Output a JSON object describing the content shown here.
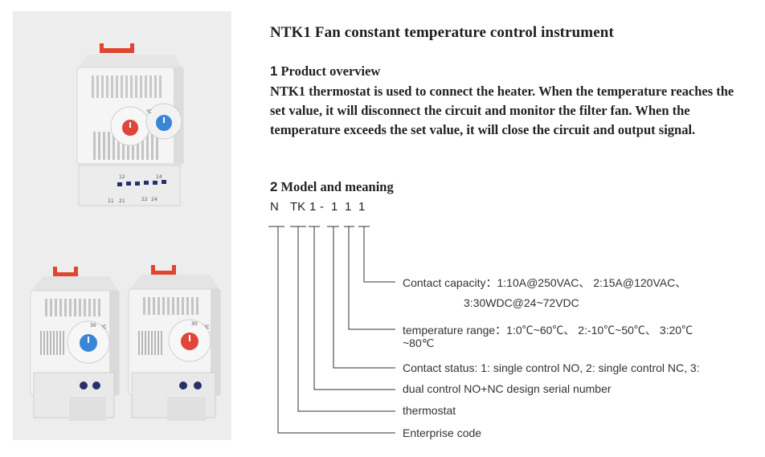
{
  "title": "NTK1 Fan constant temperature control instrument",
  "overview": {
    "number": "1",
    "heading": "Product overview",
    "body": "NTK1 thermostat is used to connect the heater. When the temperature reaches the set value, it will disconnect the circuit and monitor the filter fan. When the temperature exceeds the set value, it will close the circuit and output signal."
  },
  "model": {
    "number": "2",
    "heading": "Model and meaning",
    "code_chars": [
      "N",
      "TK",
      "1",
      "-",
      "1",
      "1",
      "1"
    ],
    "descriptions": {
      "contact_capacity_line1": "Contact capacity：1:10A@250VAC、 2:15A@120VAC、",
      "contact_capacity_line2": "3:30WDC@24~72VDC",
      "temperature_range_line1": "temperature range：1:0℃~60℃、 2:-10℃~50℃、 3:20℃",
      "temperature_range_line2": "~80℃",
      "contact_status": "Contact status: 1: single control NO, 2: single control NC, 3:",
      "design_serial": "dual control NO+NC design serial number",
      "thermostat": "thermostat",
      "enterprise_code": "Enterprise code"
    }
  },
  "photo": {
    "dial_unit": "℃",
    "dial_scale_top": "30",
    "terminal_labels_top": [
      "12",
      "14"
    ],
    "terminal_labels_bottom": [
      "11",
      "21",
      "22",
      "24"
    ],
    "colors": {
      "clip": "#e0452f",
      "dial_red": "#e0453a",
      "dial_blue": "#3a86d6",
      "body": "#f4f4f4",
      "terminal": "#27306a"
    }
  }
}
